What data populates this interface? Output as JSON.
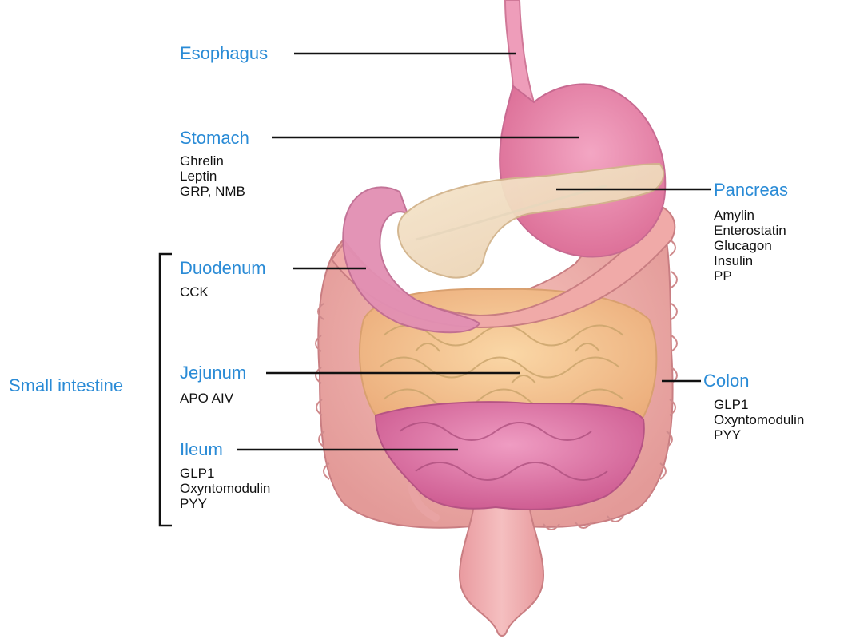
{
  "colors": {
    "label_blue": "#2a8bd6",
    "leader_line": "#111111",
    "stomach_pink": "#e781a4",
    "colon_pink": "#eca09c",
    "jejunum_orange": "#f4c188",
    "pancreas_cream": "#f1dcc0",
    "ileum_magenta": "#dc6ba0"
  },
  "organs": {
    "esophagus": {
      "name": "Esophagus",
      "hormones": []
    },
    "stomach": {
      "name": "Stomach",
      "hormones": [
        "Ghrelin",
        "Leptin",
        "GRP, NMB"
      ]
    },
    "pancreas": {
      "name": "Pancreas",
      "hormones": [
        "Amylin",
        "Enterostatin",
        "Glucagon",
        "Insulin",
        "PP"
      ]
    },
    "duodenum": {
      "name": "Duodenum",
      "hormones": [
        "CCK"
      ]
    },
    "jejunum": {
      "name": "Jejunum",
      "hormones": [
        "APO AIV"
      ]
    },
    "colon": {
      "name": "Colon",
      "hormones": [
        "GLP1",
        "Oxyntomodulin",
        "PYY"
      ]
    },
    "ileum": {
      "name": "Ileum",
      "hormones": [
        "GLP1",
        "Oxyntomodulin",
        "PYY"
      ]
    }
  },
  "group_label": "Small intestine"
}
